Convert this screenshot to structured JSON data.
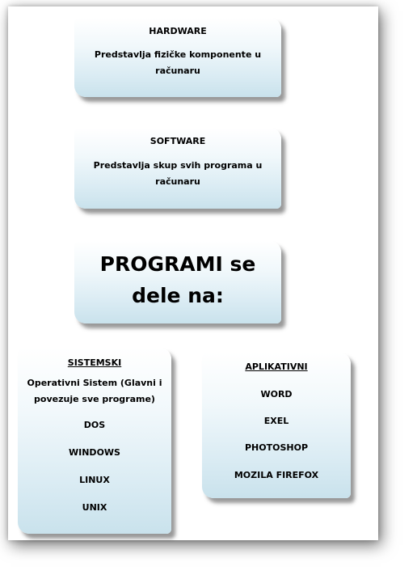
{
  "hardware": {
    "title": "HARDWARE",
    "desc_line1": "Predstavlja fizičke komponente u",
    "desc_line2": "računaru"
  },
  "software": {
    "title": "SOFTWARE",
    "desc_line1": "Predstavlja skup svih programa u",
    "desc_line2": "računaru"
  },
  "programi": {
    "line1": "PROGRAMI  se",
    "line2": "dele na:"
  },
  "sistemski": {
    "title": "SISTEMSKI",
    "desc_line1": "Operativni Sistem (Glavni i",
    "desc_line2": "povezuje sve programe)",
    "items": [
      "DOS",
      "WINDOWS",
      "LINUX",
      "UNIX"
    ]
  },
  "aplikativni": {
    "title": "APLIKATIVNI",
    "items": [
      "WORD",
      "EXEL",
      "PHOTOSHOP",
      "MOZILA FIREFOX"
    ]
  }
}
